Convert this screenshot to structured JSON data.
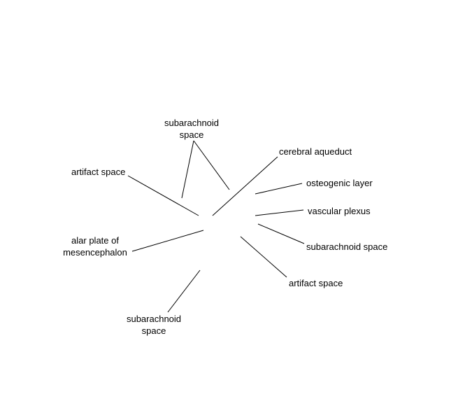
{
  "diagram": {
    "line_color": "#000000",
    "text_color": "#000000",
    "labels": [
      {
        "id": "subarachnoid-top",
        "lines": [
          "subarachnoid",
          "space"
        ]
      },
      {
        "id": "cerebral-aqueduct",
        "lines": [
          "cerebral aqueduct"
        ]
      },
      {
        "id": "artifact-space-left",
        "lines": [
          "artifact space"
        ]
      },
      {
        "id": "osteogenic-layer",
        "lines": [
          "osteogenic layer"
        ]
      },
      {
        "id": "vascular-plexus",
        "lines": [
          "vascular plexus"
        ]
      },
      {
        "id": "alar-plate",
        "lines": [
          "alar plate of",
          "mesencephalon"
        ]
      },
      {
        "id": "subarachnoid-right",
        "lines": [
          "subarachnoid space"
        ]
      },
      {
        "id": "artifact-space-right",
        "lines": [
          "artifact space"
        ]
      },
      {
        "id": "subarachnoid-bottom",
        "lines": [
          "subarachnoid",
          "space"
        ]
      }
    ]
  }
}
